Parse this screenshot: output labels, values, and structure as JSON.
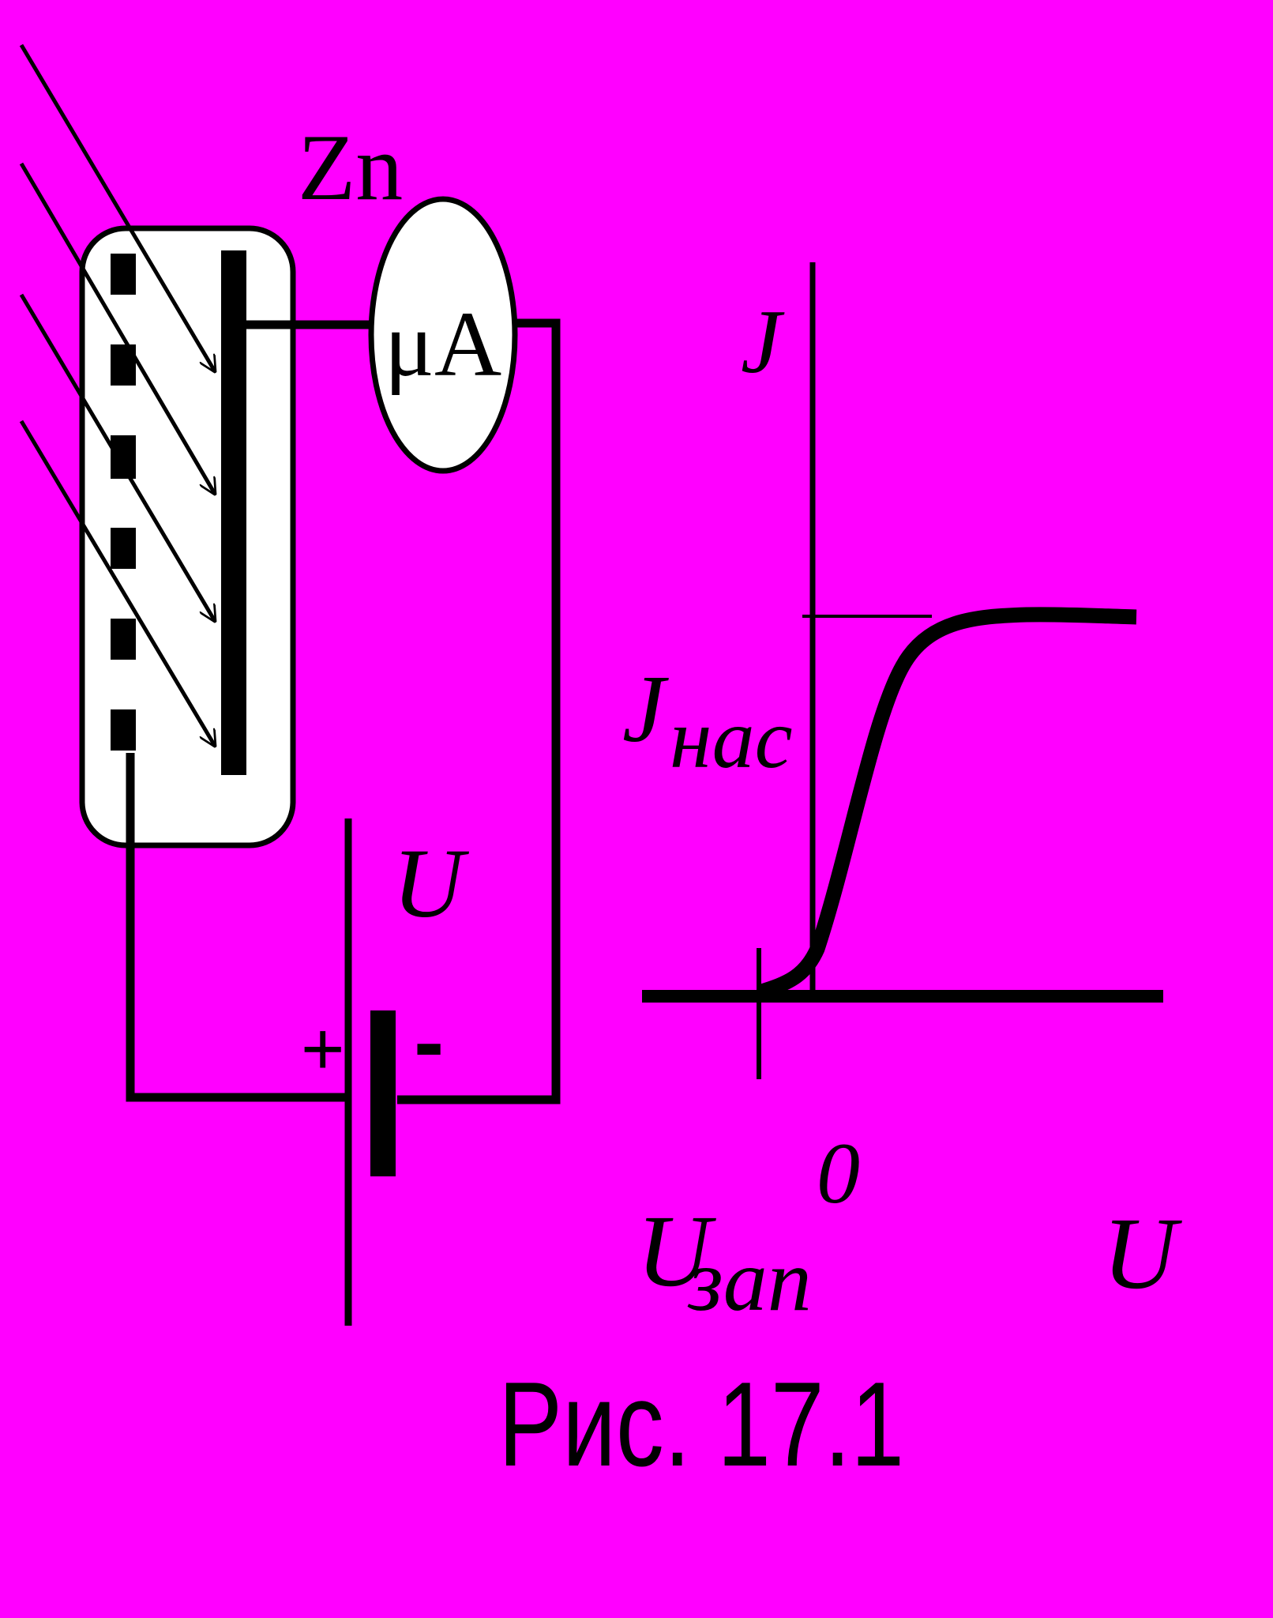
{
  "colors": {
    "background": "#FF00FF",
    "ink": "#000000",
    "cell_fill": "#FFFFFF"
  },
  "circuit": {
    "electrode_label": "Zn",
    "meter_label": "μA",
    "battery_label": "U",
    "plus_label": "+",
    "minus_label": "-"
  },
  "graph": {
    "y_axis_label": "J",
    "saturation_label_main": "J",
    "saturation_label_sub": "нас",
    "origin_label": "0",
    "stopping_label_main": "U",
    "stopping_label_sub": "зап",
    "x_axis_label": "U"
  },
  "caption": "Рис. 17.1"
}
